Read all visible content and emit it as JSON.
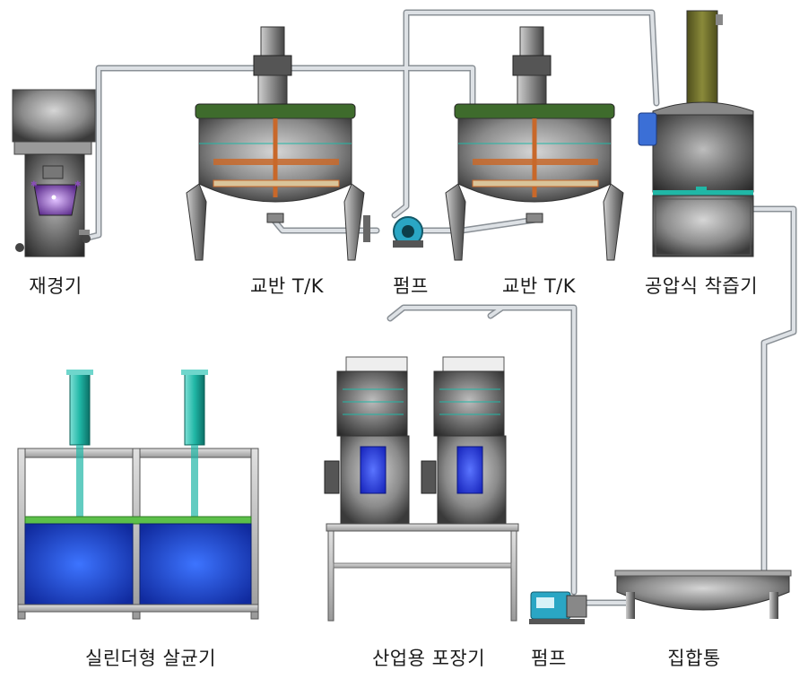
{
  "diagram": {
    "equipment": [
      {
        "id": "grinder",
        "label": "재경기"
      },
      {
        "id": "mixing-tank-1",
        "label": "교반 T/K"
      },
      {
        "id": "pump-1",
        "label": "펌프"
      },
      {
        "id": "mixing-tank-2",
        "label": "교반 T/K"
      },
      {
        "id": "pneumatic-juicer",
        "label": "공압식 착즙기"
      },
      {
        "id": "cylinder-sterilizer",
        "label": "실린더형 살균기"
      },
      {
        "id": "industrial-packer",
        "label": "산업용 포장기"
      },
      {
        "id": "pump-2",
        "label": "펌프"
      },
      {
        "id": "collection-tank",
        "label": "집합통"
      }
    ],
    "colors": {
      "pipe": "#d9dde1",
      "pipe_stroke": "#8a9096",
      "tank_lid": "#3e6b2c",
      "agitator": "#c8682a",
      "juicer_chimney": "#6b6b2a",
      "sterilizer_water": "#1c3fd6",
      "sterilizer_band": "#5cc04a",
      "cylinder": "#20b7a6",
      "pump_body": "#2aa6c4",
      "packer_panel": "#2a3ef0",
      "grinder_chamber": "#8a4fb8"
    }
  }
}
